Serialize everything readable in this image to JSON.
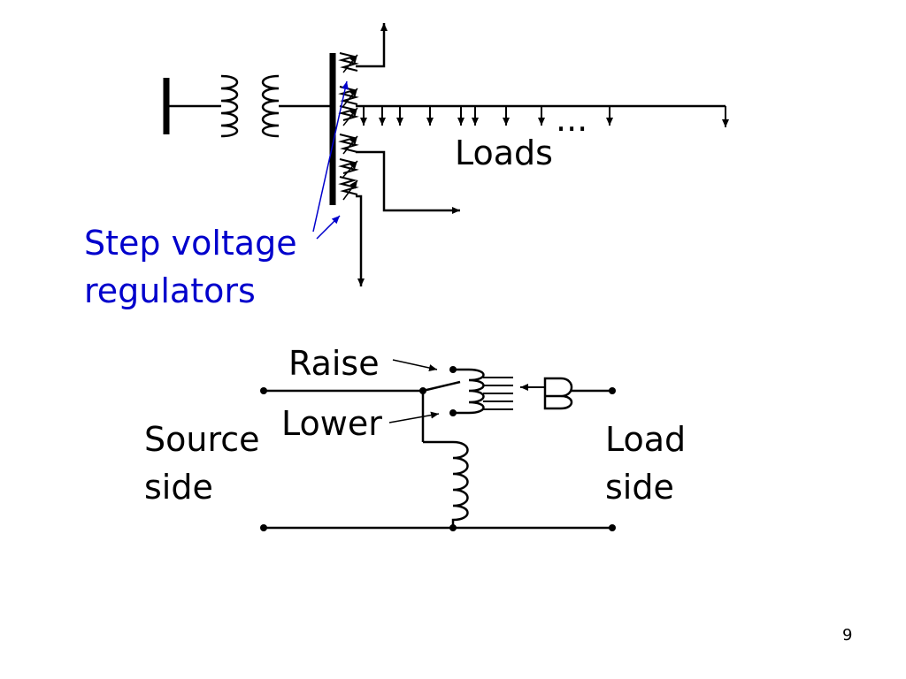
{
  "slide": {
    "page_number": "9",
    "colors": {
      "line": "#000000",
      "accent": "#0000cc",
      "background": "#ffffff"
    }
  },
  "top_diagram": {
    "loads_label": "Loads",
    "ellipsis": "...",
    "regulator_label_line1": "Step voltage",
    "regulator_label_line2": "regulators"
  },
  "bottom_diagram": {
    "raise_label": "Raise",
    "lower_label": "Lower",
    "source_label_line1": "Source",
    "source_label_line2": "side",
    "load_label_line1": "Load",
    "load_label_line2": "side"
  }
}
